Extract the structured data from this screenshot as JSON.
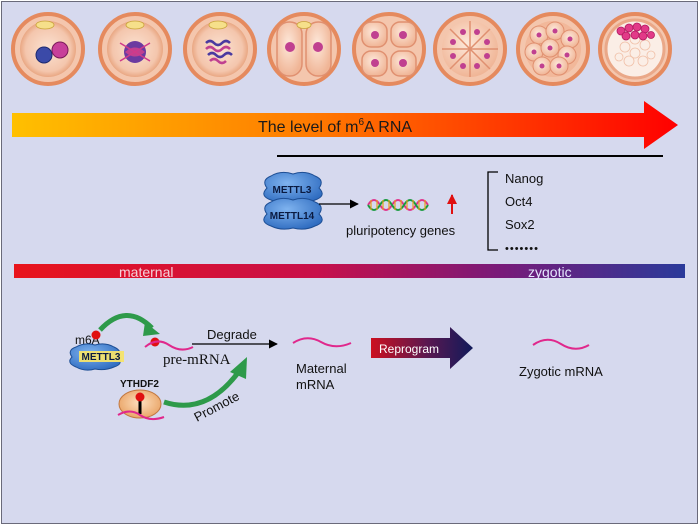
{
  "arrow_label": {
    "prefix": "The level of m",
    "sup": "6",
    "suffix": "A RNA"
  },
  "methyltransferases": [
    "METTL3",
    "METTL14"
  ],
  "pluripotency_label": "pluripotency genes",
  "genes": [
    "Nanog",
    "Oct4",
    "Sox2",
    "•••••••"
  ],
  "bar_labels": {
    "maternal": "maternal",
    "zygotic": "zygotic"
  },
  "mechanism": {
    "m6a": "m6A",
    "writer": "METTL3",
    "pre_mrna": "pre-mRNA",
    "reader": "YTHDF2",
    "degrade": "Degrade",
    "promote": "Promote",
    "maternal_mrna": [
      "Maternal",
      "mRNA"
    ],
    "reprogram": "Reprogram",
    "zygotic_mrna": "Zygotic mRNA"
  },
  "colors": {
    "background": "#d6d9ee",
    "arrow_start": "#ffc000",
    "arrow_end": "#ff0000",
    "maternal": "#e8141c",
    "zygotic": "#2a3a9a",
    "mrna": "#e0288c",
    "green_arrow": "#2e9a4a",
    "protein_blue": "#3a78c8",
    "reprogram_start": "#cc1020",
    "reprogram_end": "#101a5a"
  },
  "stage_icons": [
    "zygote",
    "zygote-spindle",
    "zygote-chromosomes",
    "two-cell",
    "four-cell",
    "eight-cell",
    "morula",
    "blastocyst"
  ]
}
